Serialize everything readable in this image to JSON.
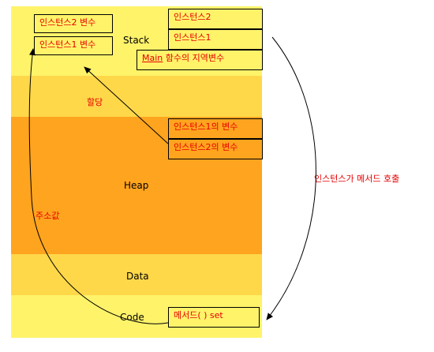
{
  "memory": {
    "stack_label": "Stack",
    "alloc_label": "할당",
    "heap_label": "Heap",
    "addr_label": "주소값",
    "data_label": "Data",
    "code_label": "Code"
  },
  "stack_boxes": {
    "inst2_var": "인스턴스2 변수",
    "inst1_var": "인스턴스1 변수",
    "inst2": "인스턴스2",
    "inst1": "인스턴스1",
    "main_prefix": "Main",
    "main_suffix": " 함수의 지역변수"
  },
  "heap_boxes": {
    "inst1_vars": "인스턴스1의 변수",
    "inst2_vars": "인스턴스2의 변수"
  },
  "code_box": {
    "method": "메서드( ) set"
  },
  "call_label": "인스턴스가 메서드 호출",
  "colors": {
    "stack": "#fff36a",
    "alloc": "#ffd84a",
    "heap": "#ffa41e",
    "data": "#ffd84a",
    "code": "#fff36a",
    "text_red": "#e60000"
  }
}
